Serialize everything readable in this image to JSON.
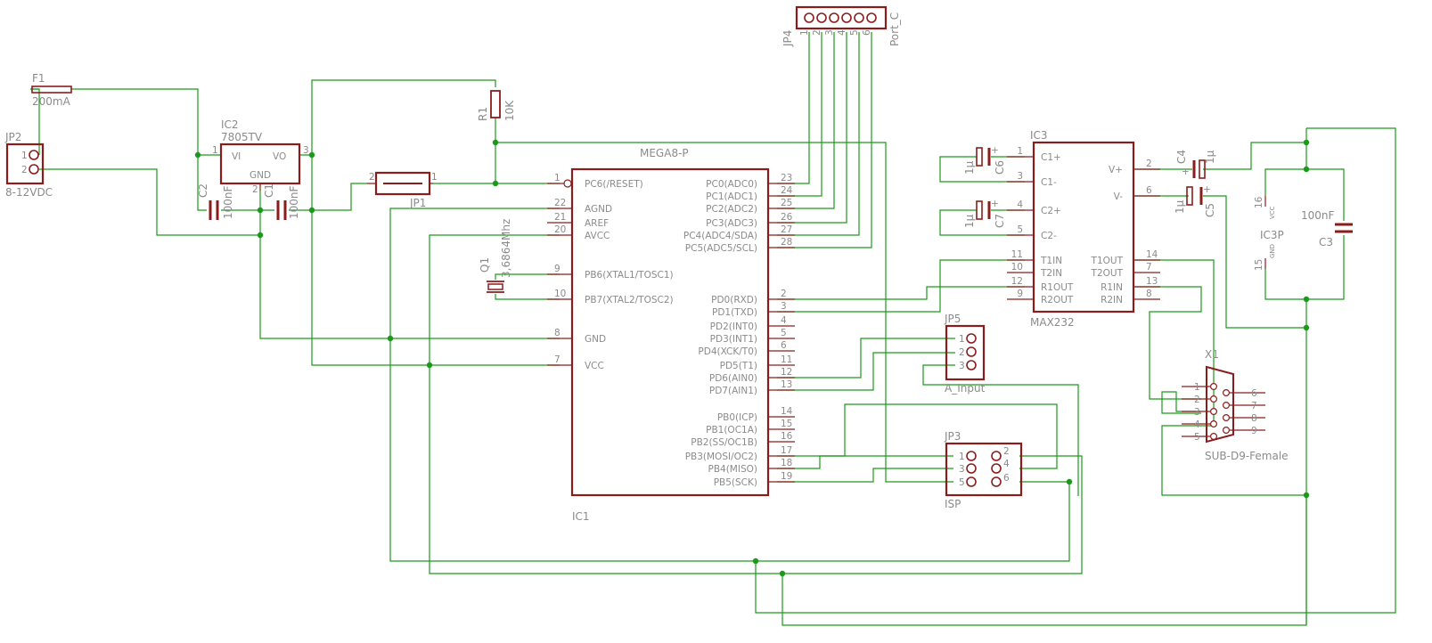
{
  "parts": {
    "jp2": {
      "ref": "JP2",
      "value": "8-12VDC",
      "pins": [
        "1",
        "2"
      ]
    },
    "f1": {
      "ref": "F1",
      "value": "200mA"
    },
    "ic2": {
      "ref": "IC2",
      "value": "7805TV",
      "vi": "VI",
      "vo": "VO",
      "gnd": "GND",
      "p1": "1",
      "p2": "2",
      "p3": "3"
    },
    "c2": {
      "ref": "C2",
      "value": "100nF"
    },
    "c1": {
      "ref": "C1",
      "value": "100nF"
    },
    "r1": {
      "ref": "R1",
      "value": "10K"
    },
    "jp1": {
      "ref": "JP1",
      "p1": "1",
      "p2": "2"
    },
    "jp4": {
      "ref": "JP4",
      "value": "Port_C",
      "pins": [
        "1",
        "2",
        "3",
        "4",
        "5",
        "6"
      ]
    },
    "q1": {
      "ref": "Q1",
      "value": "3,6864Mhz"
    },
    "ic1": {
      "ref": "IC1",
      "value": "MEGA8-P",
      "left_pins": [
        {
          "num": "1",
          "name": "PC6(/RESET)"
        },
        {
          "num": "22",
          "name": "AGND"
        },
        {
          "num": "21",
          "name": "AREF"
        },
        {
          "num": "20",
          "name": "AVCC"
        },
        {
          "num": "9",
          "name": "PB6(XTAL1/TOSC1)"
        },
        {
          "num": "10",
          "name": "PB7(XTAL2/TOSC2)"
        },
        {
          "num": "8",
          "name": "GND"
        },
        {
          "num": "7",
          "name": "VCC"
        }
      ],
      "right_pins": [
        {
          "num": "23",
          "name": "PC0(ADC0)"
        },
        {
          "num": "24",
          "name": "PC1(ADC1)"
        },
        {
          "num": "25",
          "name": "PC2(ADC2)"
        },
        {
          "num": "26",
          "name": "PC3(ADC3)"
        },
        {
          "num": "27",
          "name": "PC4(ADC4/SDA)"
        },
        {
          "num": "28",
          "name": "PC5(ADC5/SCL)"
        },
        {
          "num": "2",
          "name": "PD0(RXD)"
        },
        {
          "num": "3",
          "name": "PD1(TXD)"
        },
        {
          "num": "4",
          "name": "PD2(INT0)"
        },
        {
          "num": "5",
          "name": "PD3(INT1)"
        },
        {
          "num": "6",
          "name": "PD4(XCK/T0)"
        },
        {
          "num": "11",
          "name": "PD5(T1)"
        },
        {
          "num": "12",
          "name": "PD6(AIN0)"
        },
        {
          "num": "13",
          "name": "PD7(AIN1)"
        },
        {
          "num": "14",
          "name": "PB0(ICP)"
        },
        {
          "num": "15",
          "name": "PB1(OC1A)"
        },
        {
          "num": "16",
          "name": "PB2(SS/OC1B)"
        },
        {
          "num": "17",
          "name": "PB3(MOSI/OC2)"
        },
        {
          "num": "18",
          "name": "PB4(MISO)"
        },
        {
          "num": "19",
          "name": "PB5(SCK)"
        }
      ]
    },
    "ic3": {
      "ref": "IC3",
      "value": "MAX232",
      "left_pins": [
        {
          "num": "1",
          "name": "C1+"
        },
        {
          "num": "3",
          "name": "C1-"
        },
        {
          "num": "4",
          "name": "C2+"
        },
        {
          "num": "5",
          "name": "C2-"
        },
        {
          "num": "11",
          "name": "T1IN"
        },
        {
          "num": "10",
          "name": "T2IN"
        },
        {
          "num": "12",
          "name": "R1OUT"
        },
        {
          "num": "9",
          "name": "R2OUT"
        }
      ],
      "right_pins": [
        {
          "num": "2",
          "name": "V+"
        },
        {
          "num": "6",
          "name": "V-"
        },
        {
          "num": "14",
          "name": "T1OUT"
        },
        {
          "num": "7",
          "name": "T2OUT"
        },
        {
          "num": "13",
          "name": "R1IN"
        },
        {
          "num": "8",
          "name": "R2IN"
        }
      ]
    },
    "c6": {
      "ref": "C6",
      "value": "1µ"
    },
    "c7": {
      "ref": "C7",
      "value": "1µ"
    },
    "c4": {
      "ref": "C4",
      "value": "1µ"
    },
    "c5": {
      "ref": "C5",
      "value": "1µ"
    },
    "ic3p": {
      "ref": "IC3P",
      "vcc": "VCC",
      "gnd": "GND",
      "p16": "16",
      "p15": "15"
    },
    "c3": {
      "ref": "C3",
      "value": "100nF"
    },
    "jp5": {
      "ref": "JP5",
      "value": "A_Input",
      "pins": [
        "1",
        "2",
        "3"
      ]
    },
    "jp3": {
      "ref": "JP3",
      "value": "ISP",
      "pins": [
        "1",
        "2",
        "3",
        "4",
        "5",
        "6"
      ]
    },
    "x1": {
      "ref": "X1",
      "value": "SUB-D9-Female",
      "pins": [
        "1",
        "2",
        "3",
        "4",
        "5",
        "6",
        "7",
        "8",
        "9"
      ]
    }
  },
  "colors": {
    "wire": "#1a9a1a",
    "symbol": "#8b1c1c",
    "text": "#8b8b8b"
  }
}
